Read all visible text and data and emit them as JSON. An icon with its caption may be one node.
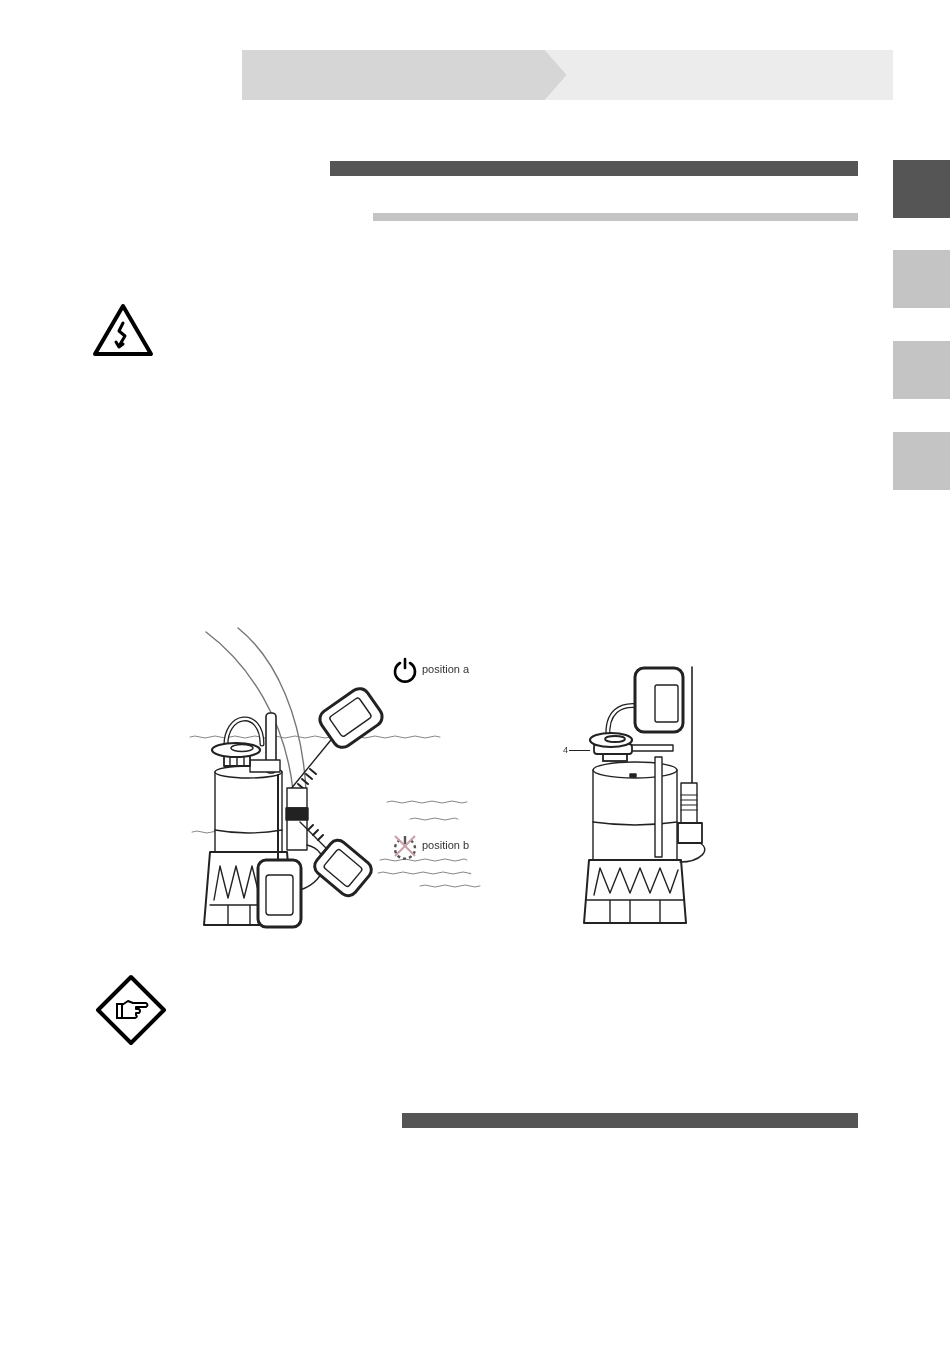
{
  "diagram": {
    "nodes": [
      {
        "text": [],
        "shape": "bar"
      },
      {
        "text": [
          "4"
        ]
      },
      {
        "text": [],
        "shape": "picture"
      },
      {
        "text": [],
        "shape": "bar"
      }
    ],
    "edges": [
      {
        "from": 1,
        "to": 2,
        "arrow": "none"
      }
    ],
    "labels": [
      "position a",
      "position b"
    ]
  }
}
